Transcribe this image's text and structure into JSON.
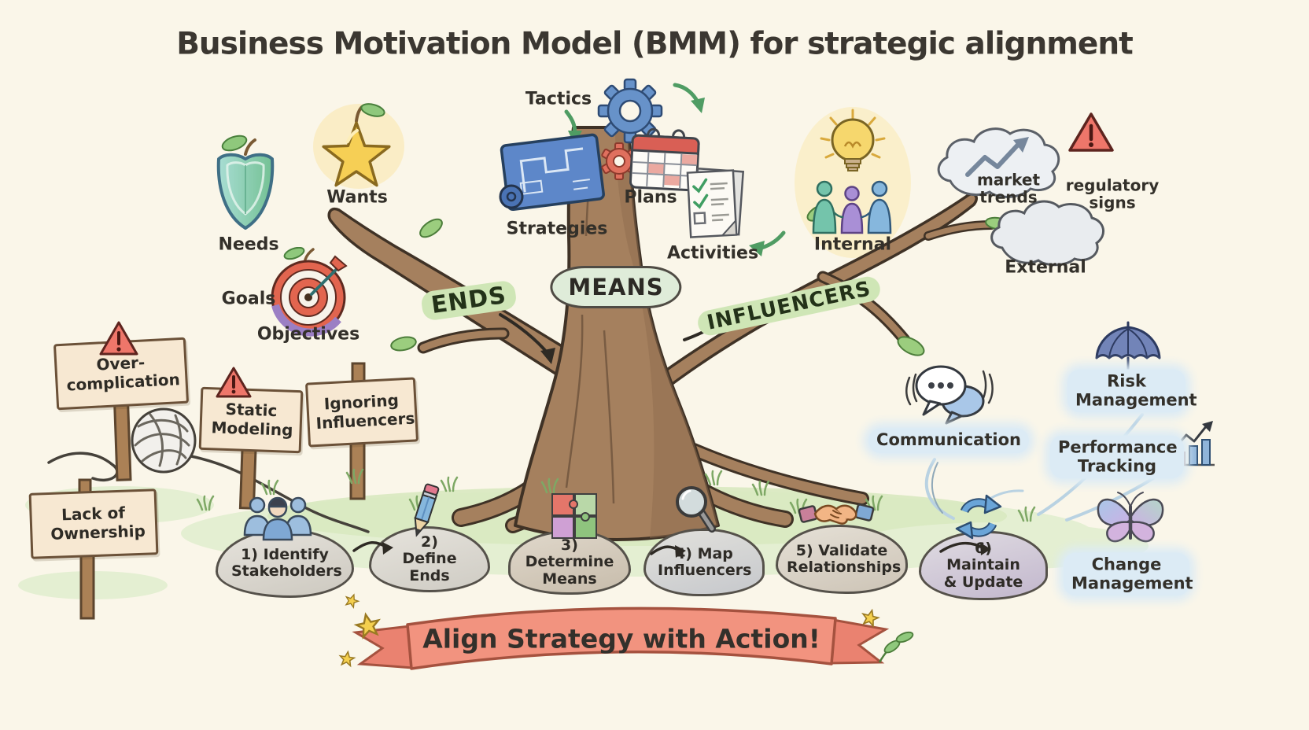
{
  "title": "Business Motivation Model (BMM) for strategic alignment",
  "tree": {
    "ends_label": "ENDS",
    "means_label": "MEANS",
    "influencers_label": "INFLUENCERS"
  },
  "ends": {
    "needs": "Needs",
    "wants": "Wants",
    "goals": "Goals",
    "objectives": "Objectives"
  },
  "means": {
    "tactics": "Tactics",
    "strategies": "Strategies",
    "plans": "Plans",
    "activities": "Activities"
  },
  "influencers": {
    "internal": "Internal",
    "market_trends": "market trends",
    "regulatory_signs": "regulatory signs",
    "external": "External"
  },
  "pitfalls": {
    "overcomplication": "Over-complication",
    "static_modeling": "Static Modeling",
    "ignoring_influencers": "Ignoring Influencers",
    "lack_of_ownership": "Lack of Ownership"
  },
  "steps": [
    {
      "label": "1) Identify Stakeholders",
      "icon": "stakeholders-people-icon"
    },
    {
      "label": "2) Define Ends",
      "icon": "pencil-icon"
    },
    {
      "label": "3) Determine Means",
      "icon": "puzzle-icon"
    },
    {
      "label": "4) Map Influencers",
      "icon": "magnifying-glass-icon"
    },
    {
      "label": "5) Validate Relationships",
      "icon": "handshake-icon"
    },
    {
      "label": "6) Maintain & Update",
      "icon": "refresh-cycle-icon"
    }
  ],
  "practices": {
    "communication": "Communication",
    "risk_management": "Risk Management",
    "performance_tracking": "Performance Tracking",
    "change_management": "Change Management"
  },
  "banner": {
    "text": "Align Strategy with Action!"
  },
  "colors": {
    "background": "#FAF6E9",
    "ink": "#2E2A24",
    "trunk_brown": "#A5805E",
    "branch_label_green": "#CFE6B6",
    "leaf_green": "#9BCD7E",
    "sign_tan": "#F7E8D2",
    "warning_red": "#EE766A",
    "stone_gray": "#DEDBD3",
    "banner_salmon": "#F2937F",
    "highlight_blue": "#DCEBF5",
    "star_yellow": "#F4CF4E",
    "accent_blue": "#5D87C9"
  }
}
